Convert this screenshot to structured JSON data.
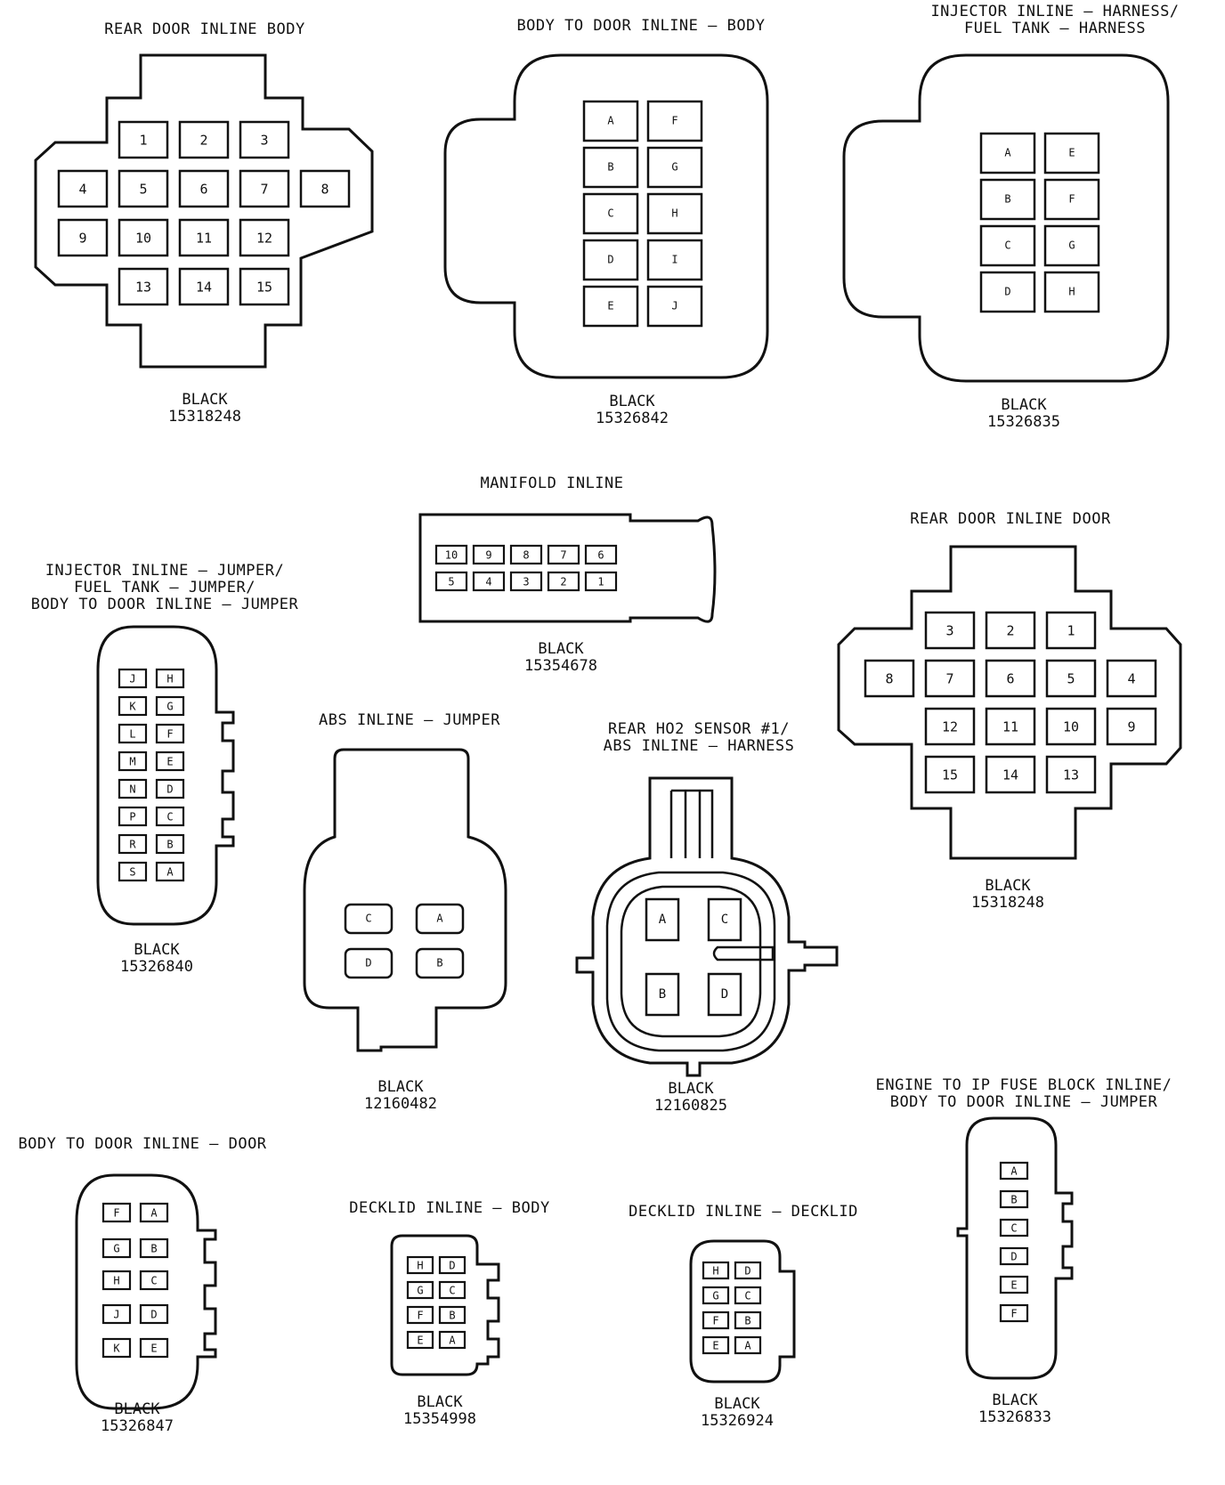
{
  "connectors": {
    "c1": {
      "title": "REAR DOOR INLINE BODY",
      "color": "BLACK",
      "part": "15318248",
      "pins": [
        "1",
        "2",
        "3",
        "4",
        "5",
        "6",
        "7",
        "8",
        "9",
        "10",
        "11",
        "12",
        "13",
        "14",
        "15"
      ]
    },
    "c2": {
      "title": "BODY TO DOOR INLINE – BODY",
      "color": "BLACK",
      "part": "15326842",
      "pins": [
        "A",
        "F",
        "B",
        "G",
        "C",
        "H",
        "D",
        "I",
        "E",
        "J"
      ]
    },
    "c3": {
      "title": "INJECTOR INLINE – HARNESS/\nFUEL TANK – HARNESS",
      "color": "BLACK",
      "part": "15326835",
      "pins": [
        "A",
        "E",
        "B",
        "F",
        "C",
        "G",
        "D",
        "H"
      ]
    },
    "c4": {
      "title": "MANIFOLD INLINE",
      "color": "BLACK",
      "part": "15354678",
      "pins": [
        "10",
        "9",
        "8",
        "7",
        "6",
        "5",
        "4",
        "3",
        "2",
        "1"
      ]
    },
    "c5": {
      "title": "INJECTOR INLINE – JUMPER/\nFUEL TANK – JUMPER/\nBODY TO DOOR INLINE – JUMPER",
      "color": "BLACK",
      "part": "15326840",
      "pins": [
        "J",
        "H",
        "K",
        "G",
        "L",
        "F",
        "M",
        "E",
        "N",
        "D",
        "P",
        "C",
        "R",
        "B",
        "S",
        "A"
      ]
    },
    "c6": {
      "title": "REAR DOOR INLINE DOOR",
      "color": "BLACK",
      "part": "15318248",
      "pins": [
        "3",
        "2",
        "1",
        "8",
        "7",
        "6",
        "5",
        "4",
        "12",
        "11",
        "10",
        "9",
        "15",
        "14",
        "13"
      ]
    },
    "c7": {
      "title": "ABS INLINE – JUMPER",
      "color": "BLACK",
      "part": "12160482",
      "pins": [
        "C",
        "A",
        "D",
        "B"
      ]
    },
    "c8": {
      "title": "REAR HO2 SENSOR #1/\nABS INLINE – HARNESS",
      "color": "BLACK",
      "part": "12160825",
      "pins": [
        "A",
        "C",
        "B",
        "D"
      ]
    },
    "c9": {
      "title": "BODY TO DOOR INLINE – DOOR",
      "color": "BLACK",
      "part": "15326847",
      "pins": [
        "F",
        "A",
        "G",
        "B",
        "H",
        "C",
        "J",
        "D",
        "K",
        "E"
      ]
    },
    "c10": {
      "title": "DECKLID INLINE – BODY",
      "color": "BLACK",
      "part": "15354998",
      "pins": [
        "H",
        "D",
        "G",
        "C",
        "F",
        "B",
        "E",
        "A"
      ]
    },
    "c11": {
      "title": "DECKLID INLINE – DECKLID",
      "color": "BLACK",
      "part": "15326924",
      "pins": [
        "H",
        "D",
        "G",
        "C",
        "F",
        "B",
        "E",
        "A"
      ]
    },
    "c12": {
      "title": "ENGINE TO IP FUSE BLOCK INLINE/\nBODY TO DOOR INLINE – JUMPER",
      "color": "BLACK",
      "part": "15326833",
      "pins": [
        "A",
        "B",
        "C",
        "D",
        "E",
        "F"
      ]
    }
  }
}
